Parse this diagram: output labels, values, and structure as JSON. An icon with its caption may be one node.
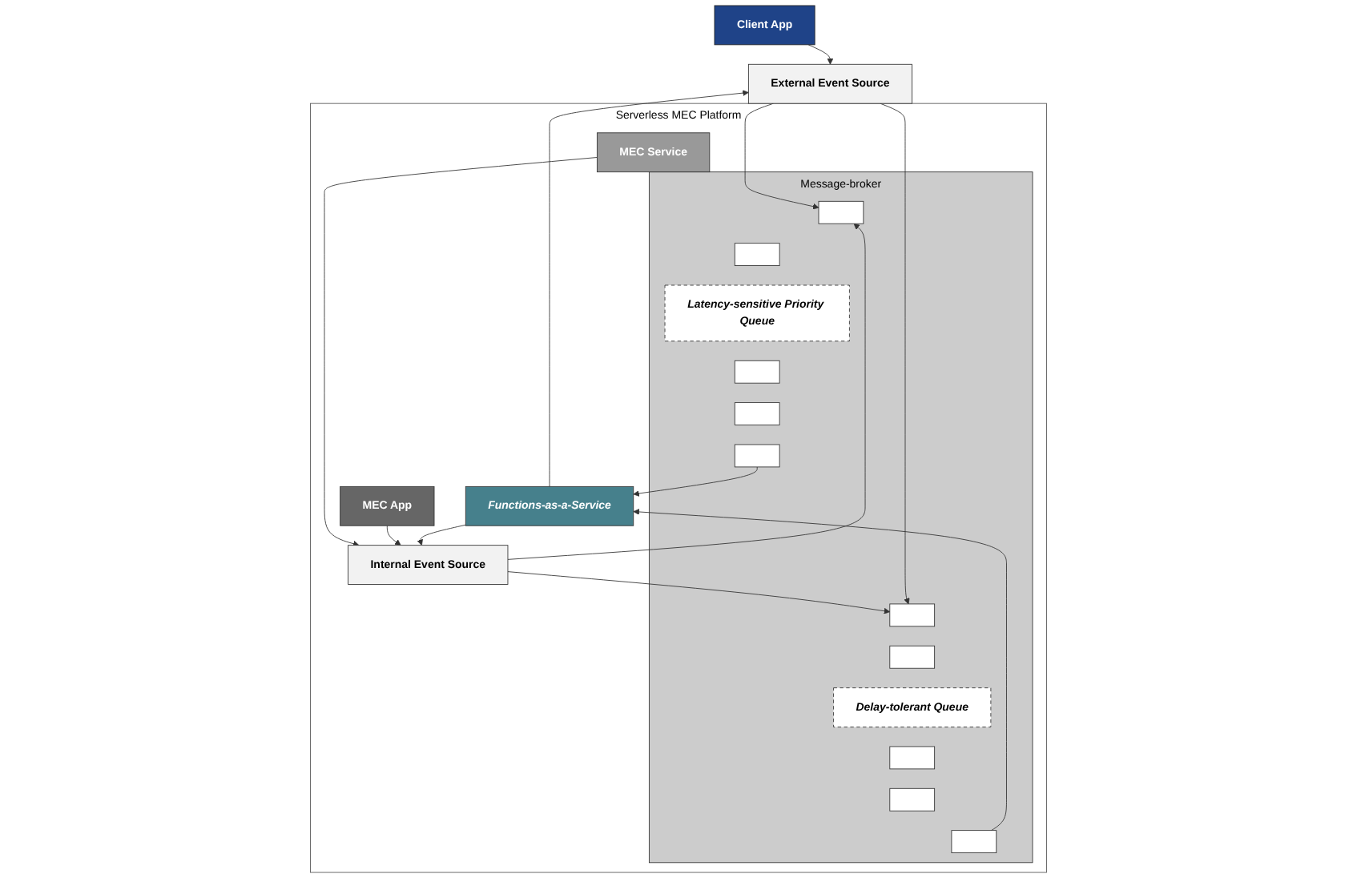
{
  "diagram": {
    "nodes": [
      {
        "text": [
          "External Event Source"
        ]
      },
      {
        "text": [
          "Client App"
        ]
      },
      {
        "text": [
          "Serverless MEC Platform"
        ]
      },
      {
        "text": [
          "Internal Event Source"
        ],
        "in": 2
      },
      {
        "text": [
          "MEC Service"
        ],
        "in": 2
      },
      {
        "text": [
          "MEC App"
        ],
        "in": 2
      },
      {
        "text": [
          "Message-broker"
        ],
        "in": 2
      },
      {
        "text": [
          "Latency-sensitive Priority Queue"
        ],
        "in": 6
      },
      {
        "text": [
          "Delay-tolerant Queue"
        ],
        "in": 6
      },
      {
        "text": [],
        "shape": "bar",
        "in": 6
      },
      {
        "text": [],
        "shape": "bar",
        "in": 6
      },
      {
        "text": [],
        "shape": "bar",
        "in": 6
      },
      {
        "text": [],
        "shape": "bar",
        "in": 6
      },
      {
        "text": [],
        "shape": "bar",
        "in": 6
      },
      {
        "text": [],
        "shape": "bar",
        "in": 6
      },
      {
        "text": [],
        "shape": "bar",
        "in": 6
      },
      {
        "text": [],
        "shape": "bar",
        "in": 6
      },
      {
        "text": [],
        "shape": "bar",
        "in": 6
      },
      {
        "text": [],
        "shape": "bar",
        "in": 6
      },
      {
        "text": [
          "Functions-as-a-Service"
        ],
        "in": 2
      }
    ],
    "edges": [
      {
        "from": 1,
        "to": 0,
        "arrow": "to"
      },
      {
        "from": 4,
        "to": 3,
        "arrow": "to"
      },
      {
        "from": 5,
        "to": 3,
        "arrow": "to"
      },
      {
        "from": 0,
        "to": 9,
        "arrow": "to"
      },
      {
        "from": 3,
        "to": 9,
        "arrow": "to"
      },
      {
        "from": 3,
        "to": 14,
        "arrow": "to"
      },
      {
        "from": 0,
        "to": 14,
        "arrow": "to"
      },
      {
        "from": 13,
        "to": 19,
        "arrow": "to"
      },
      {
        "from": 18,
        "to": 19,
        "arrow": "to"
      },
      {
        "from": 19,
        "to": 0,
        "arrow": "to"
      },
      {
        "from": 19,
        "to": 3,
        "arrow": "to"
      }
    ]
  }
}
